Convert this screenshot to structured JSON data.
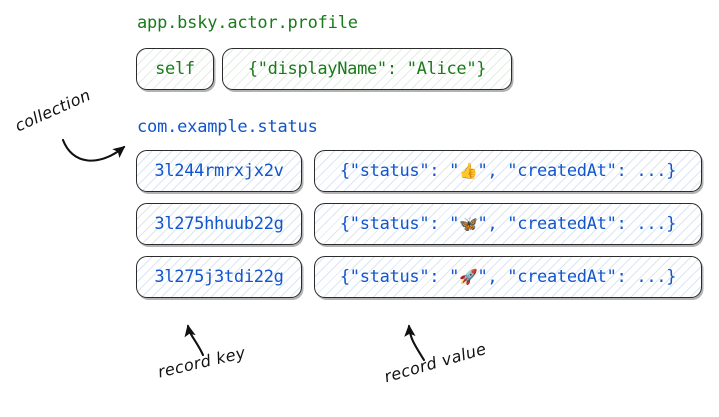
{
  "collections": [
    {
      "name": "app.bsky.actor.profile",
      "color": "#1a7a1a",
      "records": [
        {
          "key": "self",
          "value_prefix": "{\"displayName\": \"Alice\"}",
          "emoji": "",
          "value_suffix": ""
        }
      ]
    },
    {
      "name": "com.example.status",
      "color": "#1155cc",
      "records": [
        {
          "key": "3l244rmrxjx2v",
          "value_prefix": "{\"status\": \"",
          "emoji": "👍",
          "value_suffix": "\", \"createdAt\": ...}"
        },
        {
          "key": "3l275hhuub22g",
          "value_prefix": "{\"status\": \"",
          "emoji": "🦋",
          "value_suffix": "\", \"createdAt\": ...}"
        },
        {
          "key": "3l275j3tdi22g",
          "value_prefix": "{\"status\": \"",
          "emoji": "🚀",
          "value_suffix": "\", \"createdAt\": ...}"
        }
      ]
    }
  ],
  "annotations": {
    "collection": "collection",
    "record_key": "record key",
    "record_value": "record value"
  }
}
